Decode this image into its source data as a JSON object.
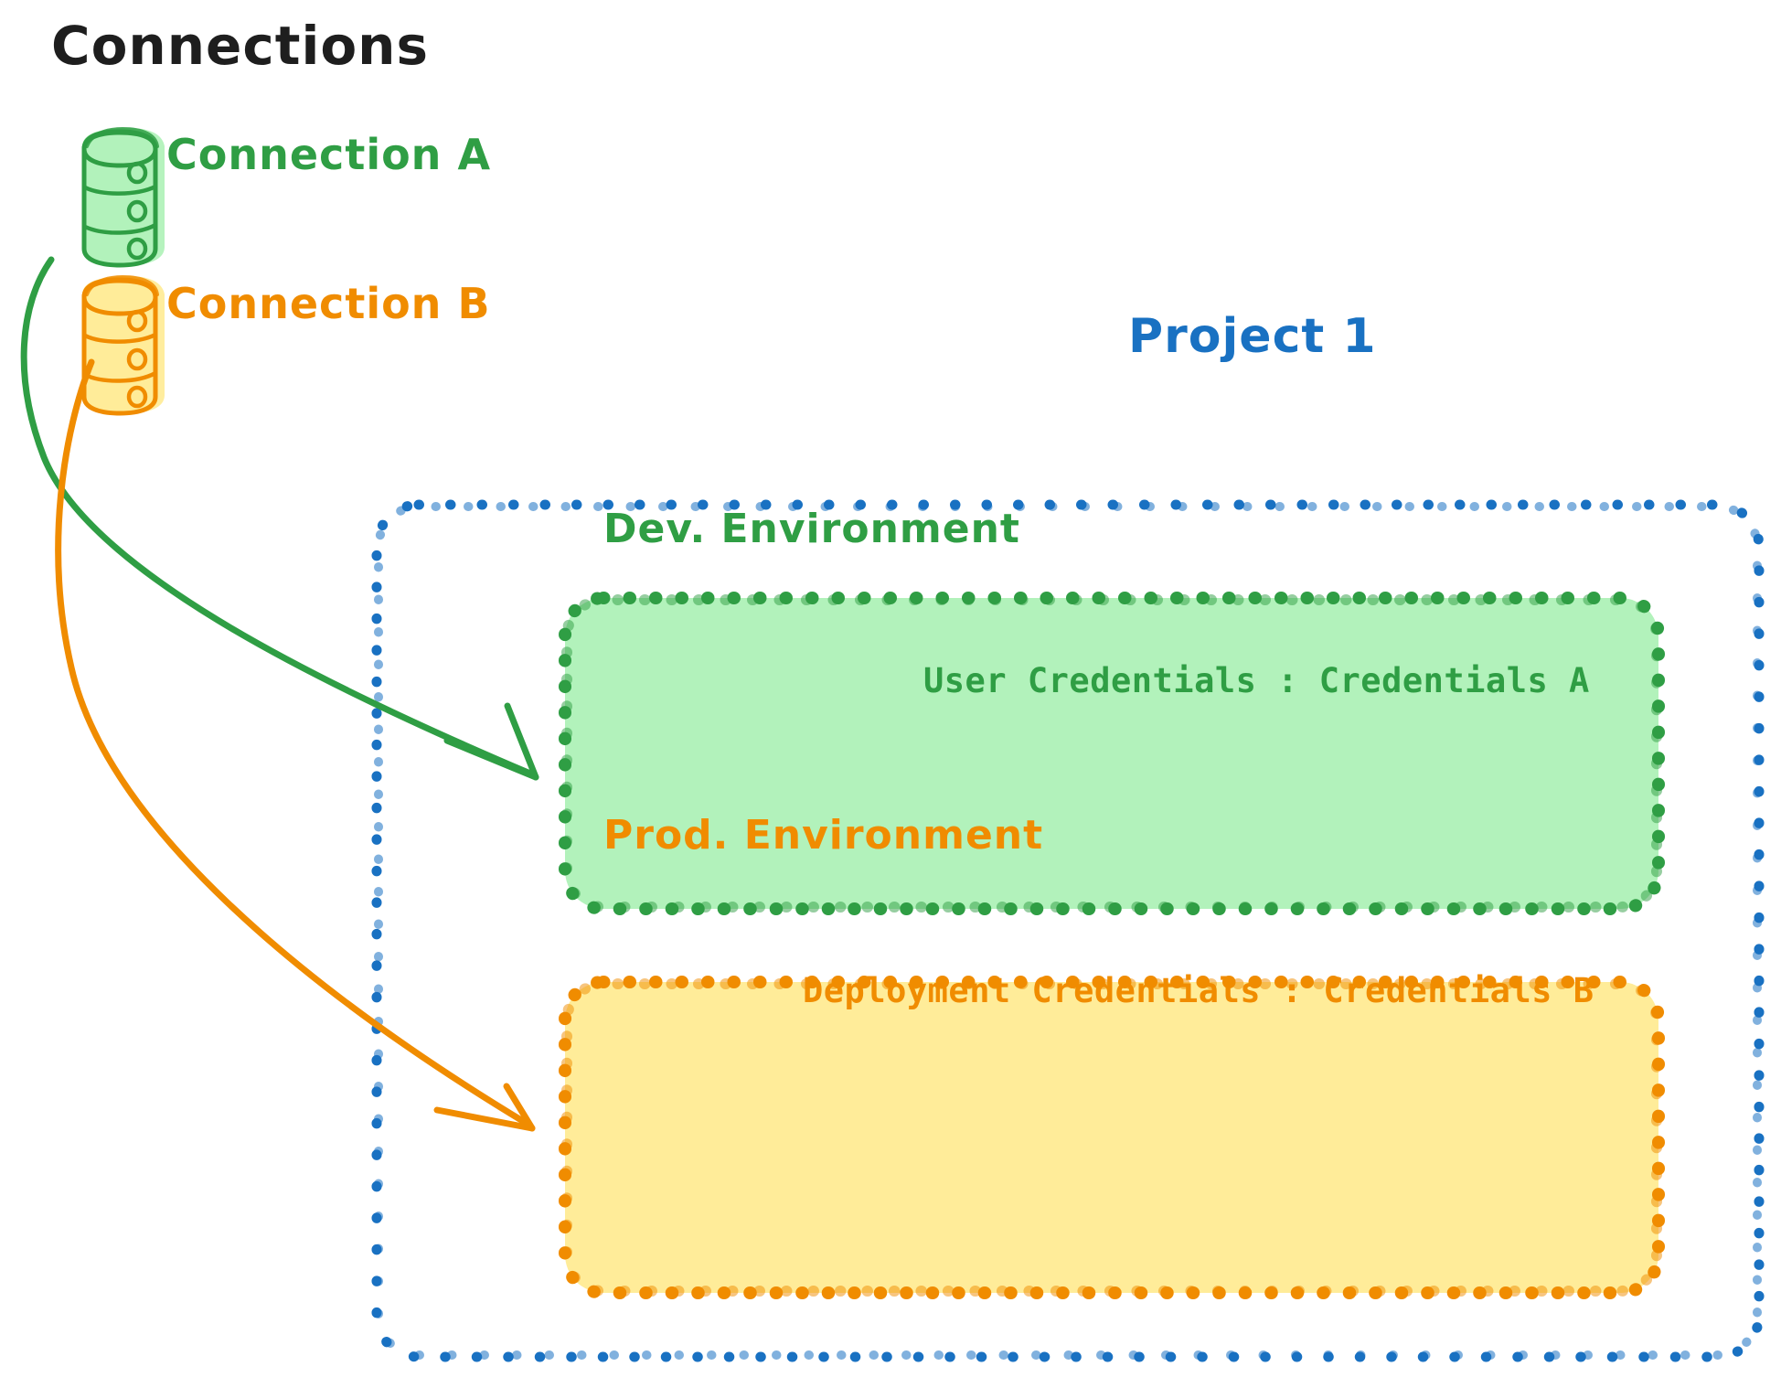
{
  "diagram": {
    "title": "Connections",
    "style": "hand-drawn-sketch",
    "background": "#ffffff",
    "colors": {
      "green_stroke": "#2f9e44",
      "green_fill": "#b2f2bb",
      "orange_stroke": "#f08c00",
      "orange_fill": "#ffec99",
      "blue_stroke": "#1971c2",
      "black_text": "#1e1e1e"
    }
  },
  "connections": [
    {
      "label": "Connection A",
      "icon": "database-cylinder-icon",
      "color": "#2f9e44"
    },
    {
      "label": "Connection B",
      "icon": "database-cylinder-icon",
      "color": "#f08c00"
    }
  ],
  "project": {
    "label": "Project 1",
    "color": "#1971c2",
    "environments": [
      {
        "name": "Dev. Environment",
        "credentials_label": "User Credentials : Credentials A",
        "stroke": "#2f9e44",
        "fill": "#b2f2bb"
      },
      {
        "name": "Prod. Environment",
        "credentials_label": "Deployment Credentials : Credentials B",
        "stroke": "#f08c00",
        "fill": "#ffec99"
      }
    ]
  },
  "arrows": [
    {
      "name": "arrow-connection-a-to-dev",
      "from": "Connection A",
      "to": "Dev. Environment",
      "color": "#2f9e44"
    },
    {
      "name": "arrow-connection-b-to-prod",
      "from": "Connection B",
      "to": "Prod. Environment",
      "color": "#f08c00"
    }
  ]
}
